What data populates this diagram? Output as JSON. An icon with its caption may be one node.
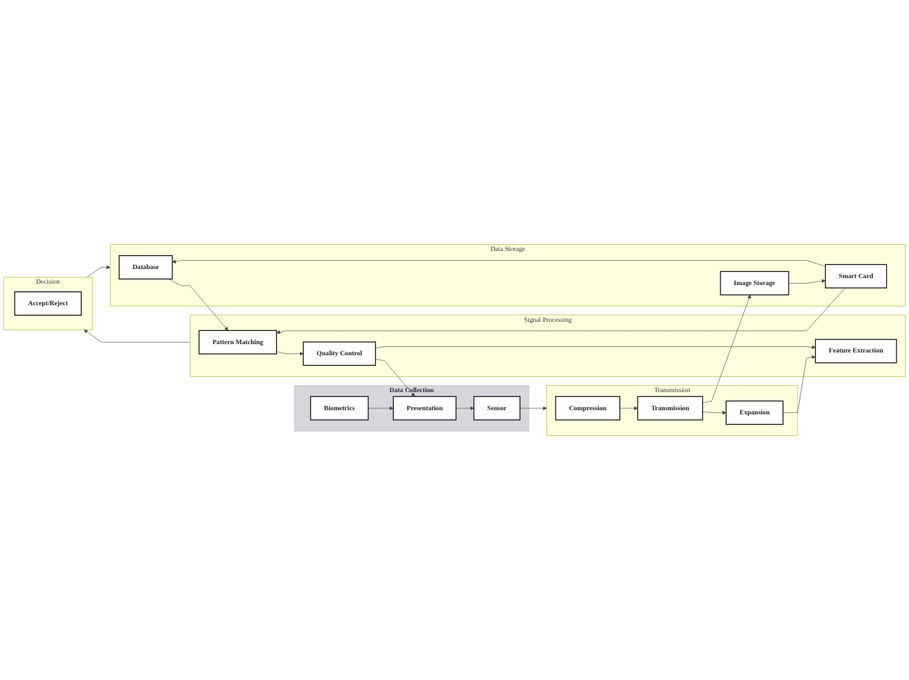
{
  "diagram": {
    "nodes": [
      {
        "text": [
          "Data Collection"
        ]
      },
      {
        "text": [
          "Biometrics"
        ],
        "in": 0
      },
      {
        "text": [
          "Presentation"
        ],
        "in": 0
      },
      {
        "text": [
          "Sensor"
        ],
        "in": 0
      },
      {
        "text": [
          "Transmission"
        ]
      },
      {
        "text": [
          "Compression"
        ],
        "in": 4
      },
      {
        "text": [
          "Transmission"
        ],
        "in": 4
      },
      {
        "text": [
          "Expansion"
        ],
        "in": 4
      },
      {
        "text": [
          "Signal Processing"
        ]
      },
      {
        "text": [
          "Pattern Matching"
        ],
        "in": 8
      },
      {
        "text": [
          "Quality Control"
        ],
        "in": 8
      },
      {
        "text": [
          "Feature Extraction"
        ],
        "in": 8
      },
      {
        "text": [
          "Decision"
        ]
      },
      {
        "text": [
          "Accept/Reject"
        ],
        "in": 12
      },
      {
        "text": [
          "Data Storage"
        ]
      },
      {
        "text": [
          "Database"
        ],
        "in": 14
      },
      {
        "text": [
          "Smart Card"
        ],
        "in": 14
      },
      {
        "text": [
          "Image Storage"
        ],
        "in": 14
      }
    ],
    "edges": [
      {
        "from": 1,
        "to": 2,
        "arrow": "to"
      },
      {
        "from": 2,
        "to": 3,
        "arrow": "to"
      },
      {
        "from": 3,
        "to": 4,
        "arrow": "to"
      },
      {
        "from": 5,
        "to": 6,
        "arrow": "to"
      },
      {
        "from": 6,
        "to": 7,
        "arrow": "to"
      },
      {
        "from": 7,
        "to": 11,
        "arrow": "to"
      },
      {
        "from": 6,
        "to": 17,
        "arrow": "to"
      },
      {
        "from": 9,
        "to": 10,
        "arrow": "to"
      },
      {
        "from": 10,
        "to": 11,
        "arrow": "to"
      },
      {
        "from": 10,
        "to": 2,
        "arrow": "to"
      },
      {
        "from": 15,
        "to": 9,
        "arrow": "to"
      },
      {
        "from": 16,
        "to": 9,
        "arrow": "to"
      },
      {
        "from": 8,
        "to": 12,
        "arrow": "to"
      },
      {
        "from": 12,
        "to": 14,
        "arrow": "to"
      },
      {
        "from": 17,
        "to": 16,
        "arrow": "to"
      },
      {
        "from": 16,
        "to": 15,
        "arrow": "to"
      }
    ]
  }
}
